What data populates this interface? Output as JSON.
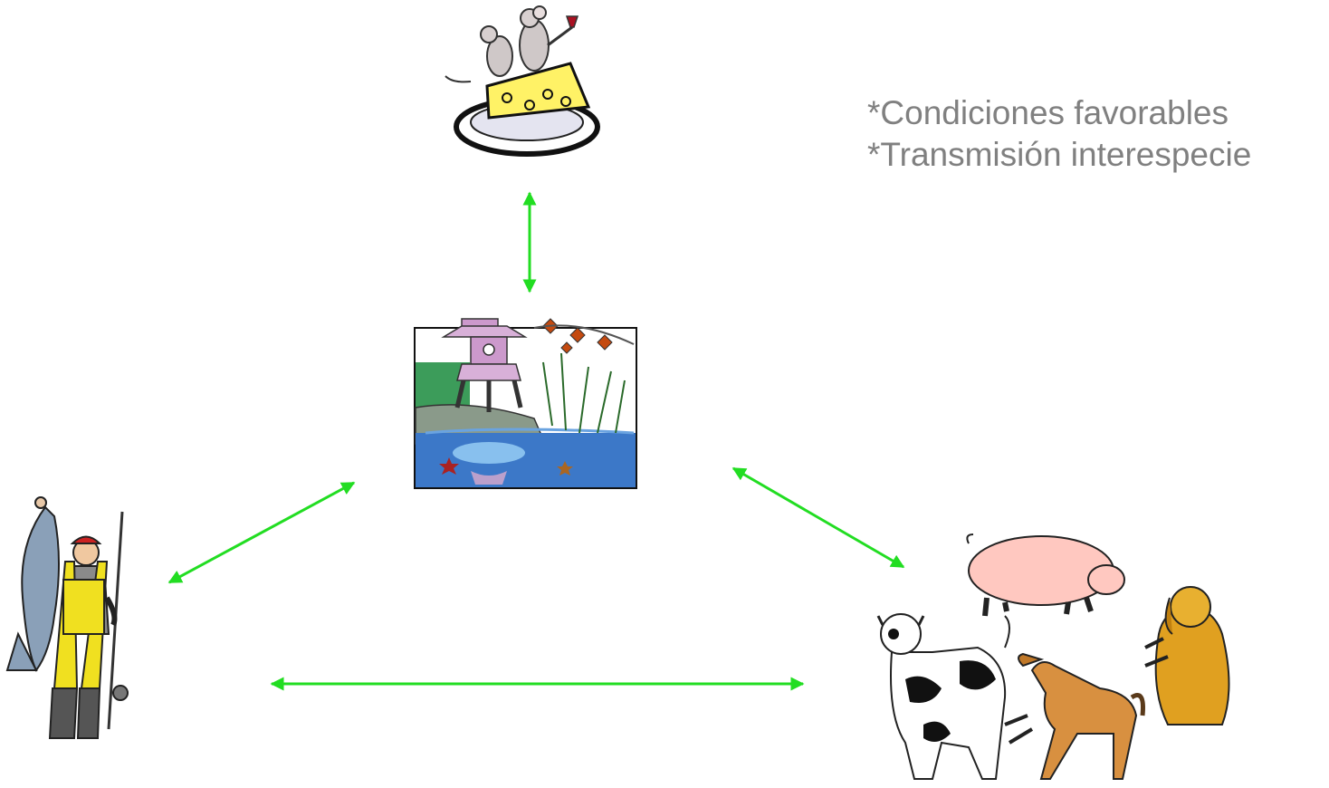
{
  "notes": [
    "*Condiciones favorables",
    "*Transmisión interespecie"
  ],
  "nodes": [
    {
      "id": "rodents",
      "icon": "mice-on-cheese-icon"
    },
    {
      "id": "water",
      "icon": "pond-lantern-icon"
    },
    {
      "id": "humans",
      "icon": "fisherman-with-fish-icon"
    },
    {
      "id": "animals",
      "icon": "domestic-animals-icon"
    }
  ],
  "edges": [
    {
      "from": "rodents",
      "to": "water",
      "bidirectional": true
    },
    {
      "from": "humans",
      "to": "water",
      "bidirectional": true
    },
    {
      "from": "water",
      "to": "animals",
      "bidirectional": true
    },
    {
      "from": "humans",
      "to": "animals",
      "bidirectional": true
    }
  ],
  "colors": {
    "arrow": "#22dd22",
    "note_text": "#808080"
  }
}
